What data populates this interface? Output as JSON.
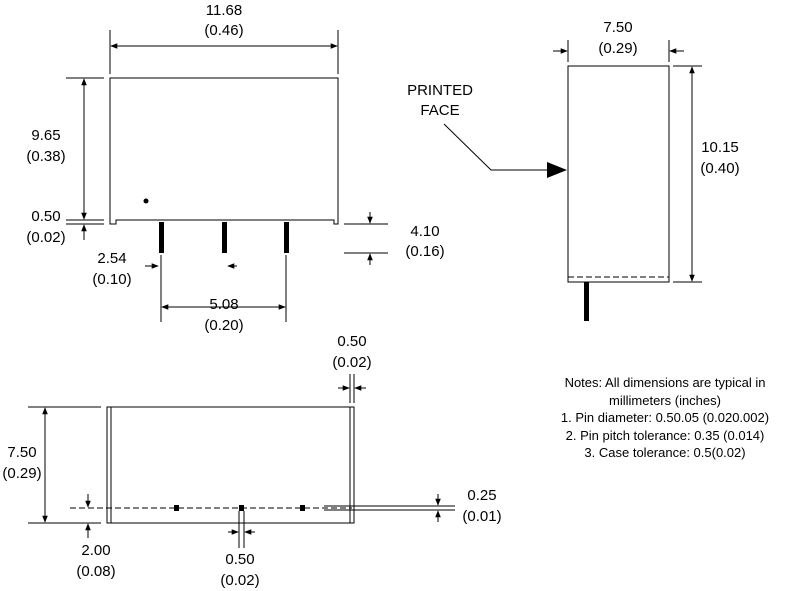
{
  "dimensions": {
    "top_width": {
      "mm": "11.68",
      "in": "(0.46)"
    },
    "top_height": {
      "mm": "9.65",
      "in": "(0.38)"
    },
    "standoff": {
      "mm": "0.50",
      "in": "(0.02)"
    },
    "pin_length": {
      "mm": "4.10",
      "in": "(0.16)"
    },
    "pin_offset": {
      "mm": "2.54",
      "in": "(0.10)"
    },
    "pin_spacing": {
      "mm": "5.08",
      "in": "(0.20)"
    },
    "side_width": {
      "mm": "7.50",
      "in": "(0.29)"
    },
    "side_height": {
      "mm": "10.15",
      "in": "(0.40)"
    },
    "bottom_wall": {
      "mm": "0.50",
      "in": "(0.02)"
    },
    "bottom_height": {
      "mm": "7.50",
      "in": "(0.29)"
    },
    "bottom_pin_row": {
      "mm": "2.00",
      "in": "(0.08)"
    },
    "bottom_pin_dia": {
      "mm": "0.50",
      "in": "(0.02)"
    },
    "bottom_lead": {
      "mm": "0.25",
      "in": "(0.01)"
    }
  },
  "printed_face": {
    "line1": "PRINTED",
    "line2": "FACE"
  },
  "notes": {
    "title_line1": "Notes: All dimensions are typical in",
    "title_line2": "millimeters (inches)",
    "items": [
      "1. Pin diameter: 0.50.05 (0.020.002)",
      "2. Pin pitch tolerance: 0.35 (0.014)",
      "3. Case tolerance: 0.5(0.02)"
    ]
  }
}
